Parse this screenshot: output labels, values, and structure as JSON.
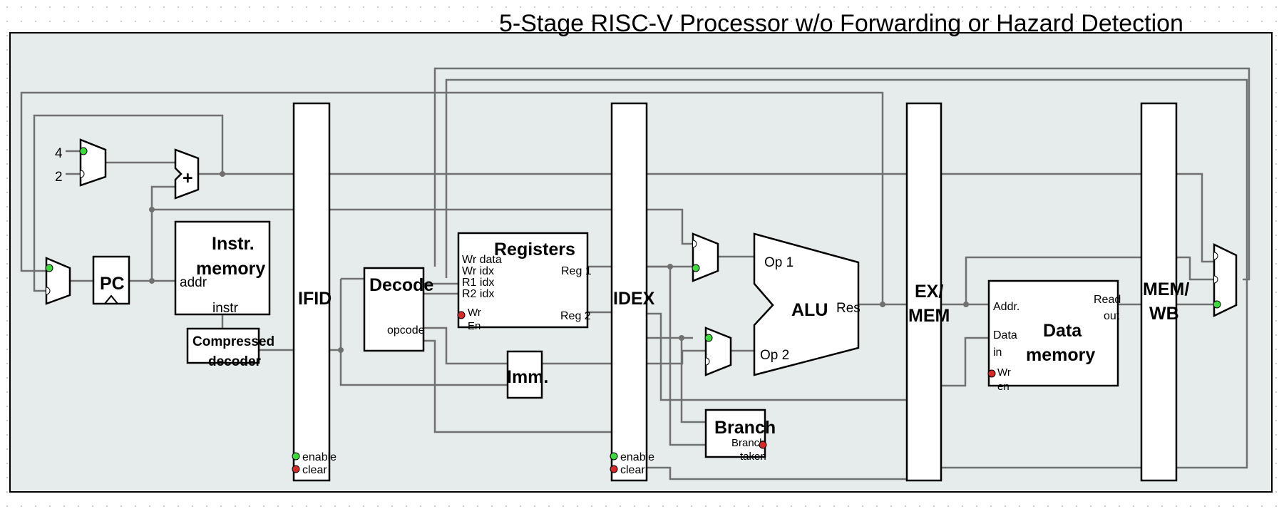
{
  "title": "5-Stage RISC-V Processor w/o Forwarding or Hazard Detection",
  "constants": {
    "four": "4",
    "two": "2"
  },
  "adder": {
    "symbol": "+"
  },
  "pc": {
    "label": "PC"
  },
  "instr_memory": {
    "line1": "Instr.",
    "line2": "memory",
    "addr": "addr",
    "instr": "instr"
  },
  "compressed_decoder": {
    "line1": "Compressed",
    "line2": "decoder"
  },
  "ifid": {
    "label": "IFID",
    "enable": "enable",
    "clear": "clear"
  },
  "decode": {
    "label": "Decode",
    "opcode": "opcode"
  },
  "registers": {
    "label": "Registers",
    "wr_data": "Wr data",
    "wr_idx": "Wr idx",
    "r1_idx": "R1 idx",
    "r2_idx": "R2 idx",
    "wr": "Wr",
    "en": "En",
    "reg1": "Reg 1",
    "reg2": "Reg 2"
  },
  "imm": {
    "label": "Imm."
  },
  "idex": {
    "label": "IDEX",
    "enable": "enable",
    "clear": "clear"
  },
  "alu": {
    "label": "ALU",
    "op1": "Op 1",
    "op2": "Op 2",
    "res": "Res"
  },
  "branch": {
    "label": "Branch",
    "taken1": "Branch",
    "taken2": "taken"
  },
  "exmem": {
    "line1": "EX/",
    "line2": "MEM"
  },
  "data_memory": {
    "line1": "Data",
    "line2": "memory",
    "addr": "Addr.",
    "data_in1": "Data",
    "data_in2": "in",
    "wr": "Wr",
    "en": "en",
    "read1": "Read",
    "read2": "out"
  },
  "memwb": {
    "line1": "MEM/",
    "line2": "WB"
  }
}
